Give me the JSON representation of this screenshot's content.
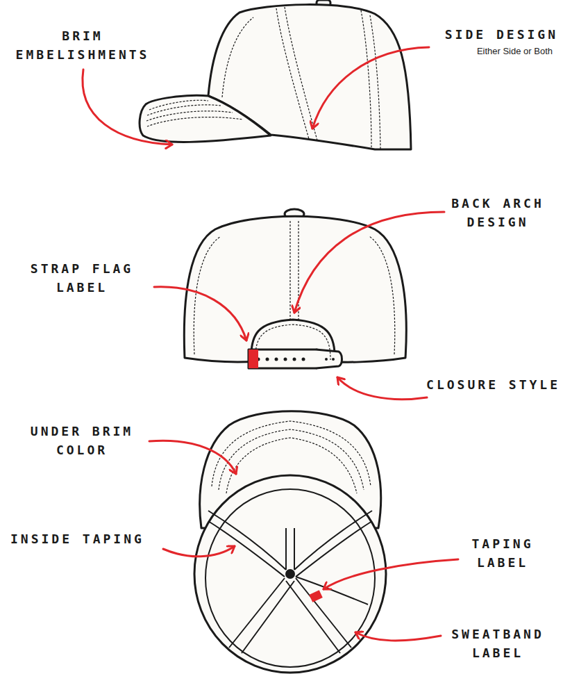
{
  "diagram": {
    "labels": [
      "BRIM EMBELISHMENTS",
      "SIDE DESIGN",
      "Either Side or Both",
      "BACK ARCH DESIGN",
      "STRAP FLAG LABEL",
      "CLOSURE STYLE",
      "UNDER BRIM COLOR",
      "INSIDE TAPING",
      "TAPING LABEL",
      "SWEATBAND LABEL"
    ]
  }
}
